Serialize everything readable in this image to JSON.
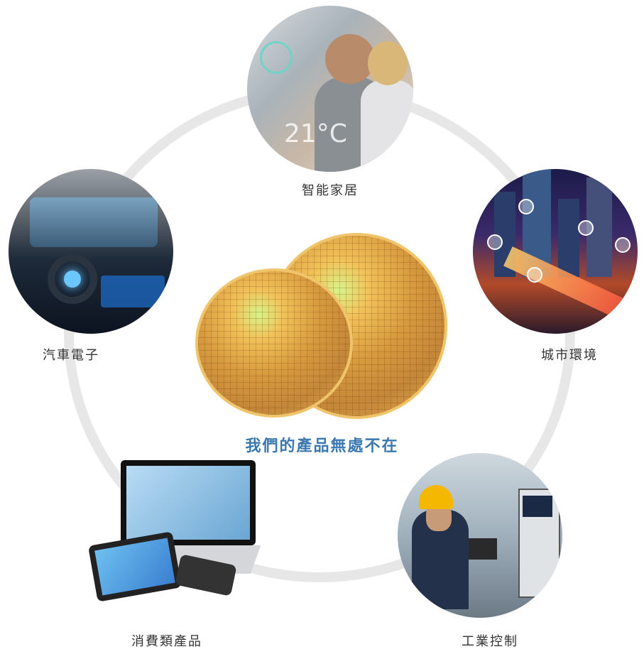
{
  "tagline": "我們的產品無處不在",
  "nodes": {
    "smart_home": {
      "label": "智能家居",
      "image": "smart-home-photo",
      "overlay_text": "21°C"
    },
    "automotive": {
      "label": "汽車電子",
      "image": "car-interior-photo"
    },
    "smart_city": {
      "label": "城市環境",
      "image": "city-night-photo"
    },
    "consumer": {
      "label": "消費類產品",
      "image": "devices-photo"
    },
    "industrial": {
      "label": "工業控制",
      "image": "factory-worker-photo"
    }
  },
  "center_image": "silicon-wafers-photo",
  "colors": {
    "tagline": "#3b78b0",
    "ring": "#e7e7e7",
    "label": "#333333"
  }
}
